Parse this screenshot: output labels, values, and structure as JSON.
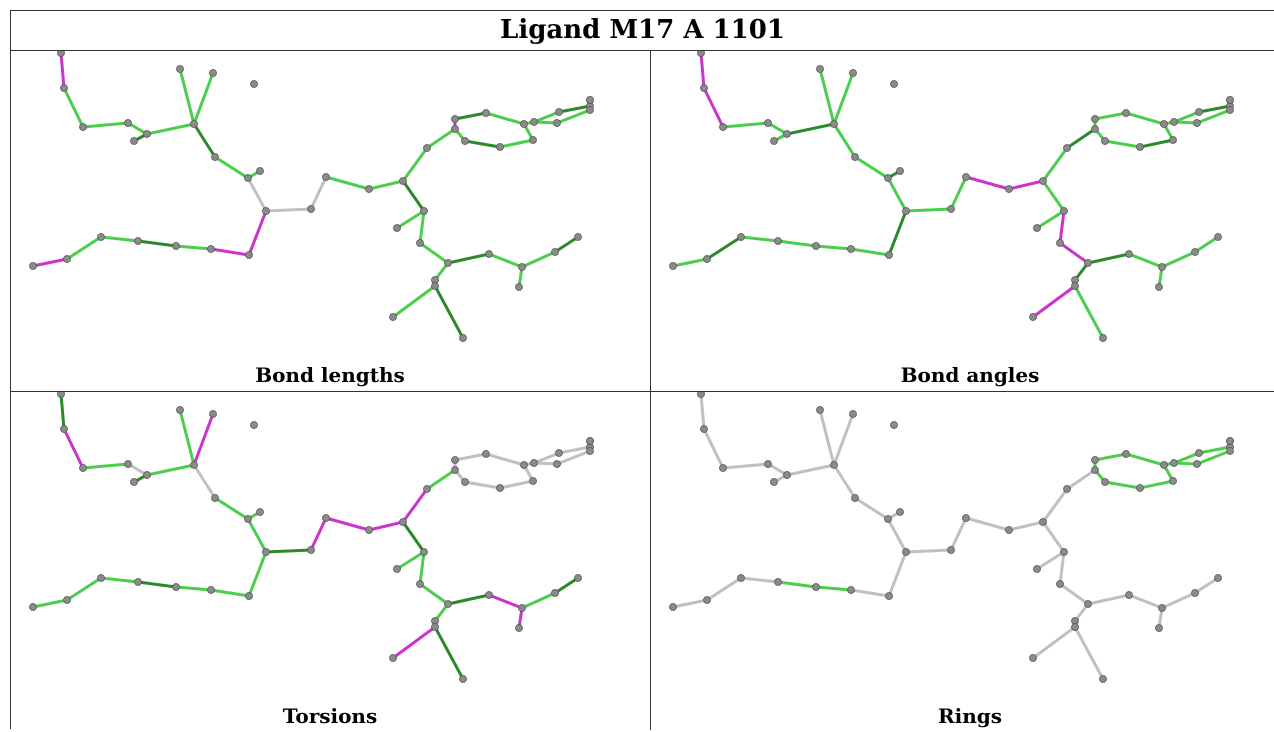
{
  "title": "Ligand M17 A 1101",
  "panels": [
    {
      "label": "Bond lengths"
    },
    {
      "label": "Bond angles"
    },
    {
      "label": "Torsions"
    },
    {
      "label": "Rings"
    }
  ],
  "colors": {
    "green": "#4ccd4c",
    "dark_green": "#2a8a2a",
    "magenta": "#cc33cc",
    "gray": "#c0c0c0",
    "atom": "#8a8a8a"
  }
}
